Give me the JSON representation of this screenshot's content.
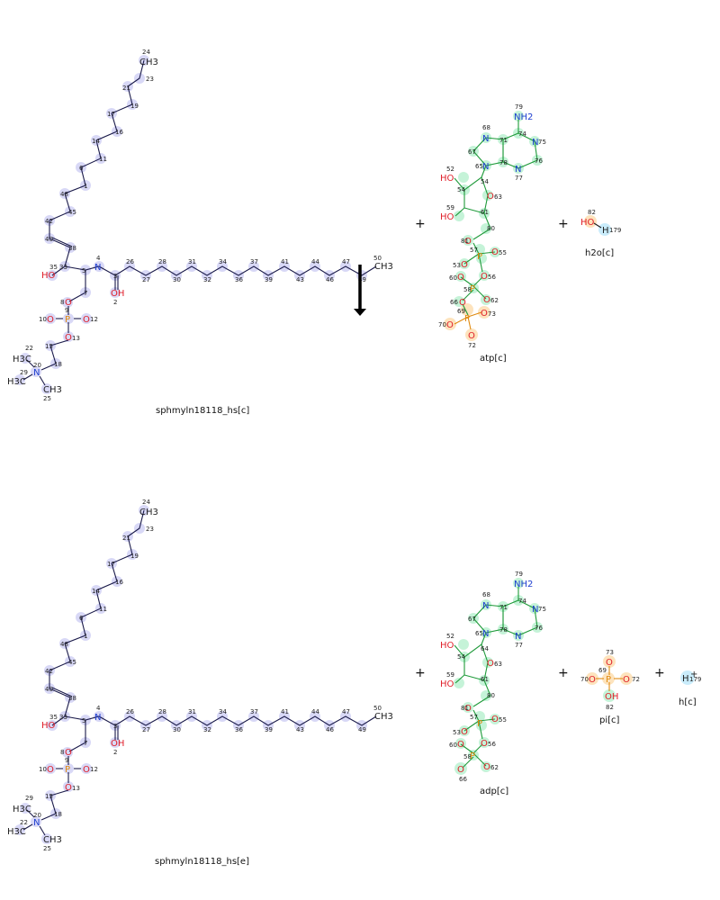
{
  "reaction": {
    "reactants": [
      {
        "id": "sphmyln18118_hs_c",
        "label": "sphmyln18118_hs[c]"
      },
      {
        "id": "atp_c",
        "label": "atp[c]"
      },
      {
        "id": "h2o_c",
        "label": "h2o[c]"
      }
    ],
    "products": [
      {
        "id": "sphmyln18118_hs_e",
        "label": "sphmyln18118_hs[e]"
      },
      {
        "id": "adp_c",
        "label": "adp[c]"
      },
      {
        "id": "pi_c",
        "label": "pi[c]"
      },
      {
        "id": "h_c",
        "label": "h[c]"
      }
    ],
    "plus_sign": "+",
    "arrow": "down"
  },
  "sphingomyelin": {
    "chain_numbers": [
      "26",
      "27",
      "28",
      "30",
      "31",
      "32",
      "34",
      "36",
      "37",
      "39",
      "41",
      "43",
      "44",
      "46",
      "47",
      "49"
    ],
    "base_numbers": [
      "24",
      "23",
      "21",
      "19",
      "17",
      "16",
      "14",
      "11",
      "6",
      "1",
      "48",
      "45",
      "42",
      "40",
      "38"
    ],
    "atom_labels": {
      "ch3_top": "CH3",
      "ch3_end": "CH3",
      "n_amide": "N",
      "n_amide_num": "4",
      "c3": "3",
      "oh_amide": "OH",
      "oh_amide_num": "2",
      "ho": "HO",
      "ho_num": "35",
      "o8": "O",
      "o8_num": "8",
      "p": "P",
      "p_num": "9",
      "o10": "O",
      "o10_num": "10",
      "o12": "O",
      "o12_num": "12",
      "o13": "O",
      "o13_num": "13",
      "n_choline": "N",
      "n_choline_num": "20",
      "h3c_a": "H3C",
      "h3c_b": "H3C",
      "ch3_c": "CH3",
      "n15": "15",
      "n18": "18",
      "n22": "22",
      "n29": "29",
      "n25": "25",
      "n50": "50",
      "n5": "5",
      "n33": "33",
      "n7": "7"
    }
  },
  "atp": {
    "labels": {
      "nh2": "NH2",
      "n79": "79",
      "n68": "68",
      "n74": "74",
      "n75": "75",
      "n71": "71",
      "n67": "67",
      "n65": "65",
      "n78": "78",
      "n76": "76",
      "n77": "77",
      "ho52": "HO",
      "n52": "52",
      "n54": "54",
      "n63": "63",
      "ho59": "HO",
      "n59": "59",
      "n61": "61",
      "n80": "80",
      "n81": "81",
      "n57": "57",
      "n55": "55",
      "n53": "53",
      "n56": "56",
      "n60": "60",
      "n58": "58",
      "n62": "62",
      "n66": "66",
      "n69": "69",
      "n73": "73",
      "n70": "70",
      "n72": "72"
    }
  },
  "h2o": {
    "ho": "HO",
    "h": "H",
    "n82": "82",
    "n179": "179"
  },
  "pi": {
    "n73": "73",
    "n69": "69",
    "n70": "70",
    "n72": "72",
    "n82": "82",
    "oh": "OH",
    "p": "P"
  },
  "h": {
    "h": "H",
    "n179": "179",
    "charge": "+"
  }
}
